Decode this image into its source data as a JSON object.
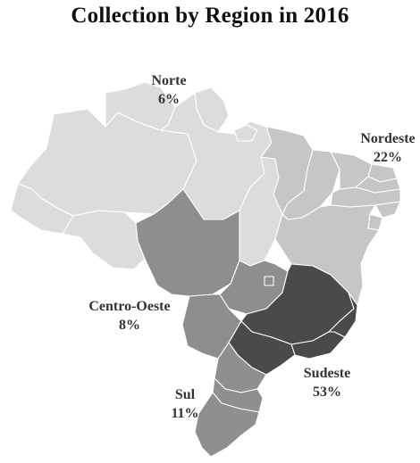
{
  "title": "Collection by Region in 2016",
  "colors": {
    "background": "#ffffff",
    "state_border": "#ffffff",
    "label_text": "#333333"
  },
  "regions": [
    {
      "id": "norte",
      "name": "Norte",
      "percent": "6%",
      "share": 6,
      "fill": "#dcdcdc"
    },
    {
      "id": "nordeste",
      "name": "Nordeste",
      "percent": "22%",
      "share": 22,
      "fill": "#c6c6c6"
    },
    {
      "id": "centro-oeste",
      "name": "Centro-Oeste",
      "percent": "8%",
      "share": 8,
      "fill": "#8e8e8e"
    },
    {
      "id": "sudeste",
      "name": "Sudeste",
      "percent": "53%",
      "share": 53,
      "fill": "#4a4a4a"
    },
    {
      "id": "sul",
      "name": "Sul",
      "percent": "11%",
      "share": 11,
      "fill": "#8f8f8f"
    }
  ]
}
